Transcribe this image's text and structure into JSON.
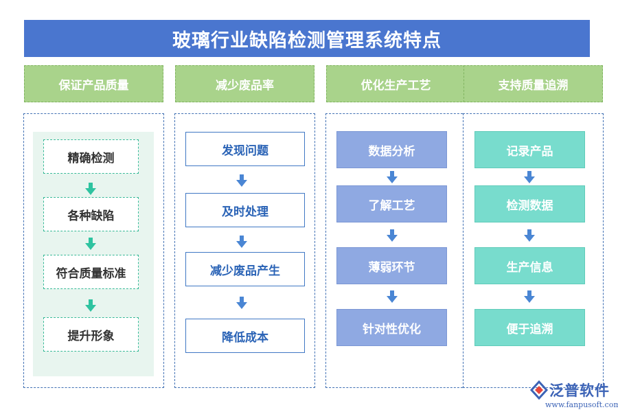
{
  "title": "玻璃行业缺陷检测管理系统特点",
  "columns": [
    {
      "header": "保证产品质量",
      "steps": [
        "精确检测",
        "各种缺陷",
        "符合质量标准",
        "提升形象"
      ]
    },
    {
      "header": "减少废品率",
      "steps": [
        "发现问题",
        "及时处理",
        "减少废品产生",
        "降低成本"
      ]
    },
    {
      "header": "优化生产工艺",
      "steps": [
        "数据分析",
        "了解工艺",
        "薄弱环节",
        "针对性优化"
      ]
    },
    {
      "header": "支持质量追溯",
      "steps": [
        "记录产品",
        "检测数据",
        "生产信息",
        "便于追溯"
      ]
    }
  ],
  "logo": {
    "name": "泛普软件",
    "url": "www.fanpusoft.com"
  },
  "colors": {
    "title_bg": "#4a76cf",
    "header_bg": "#a9d38b",
    "col1_border": "#36b996",
    "col2_border": "#3f77c4",
    "col3_fill": "#8fa9e2",
    "col4_fill": "#78dccd"
  }
}
